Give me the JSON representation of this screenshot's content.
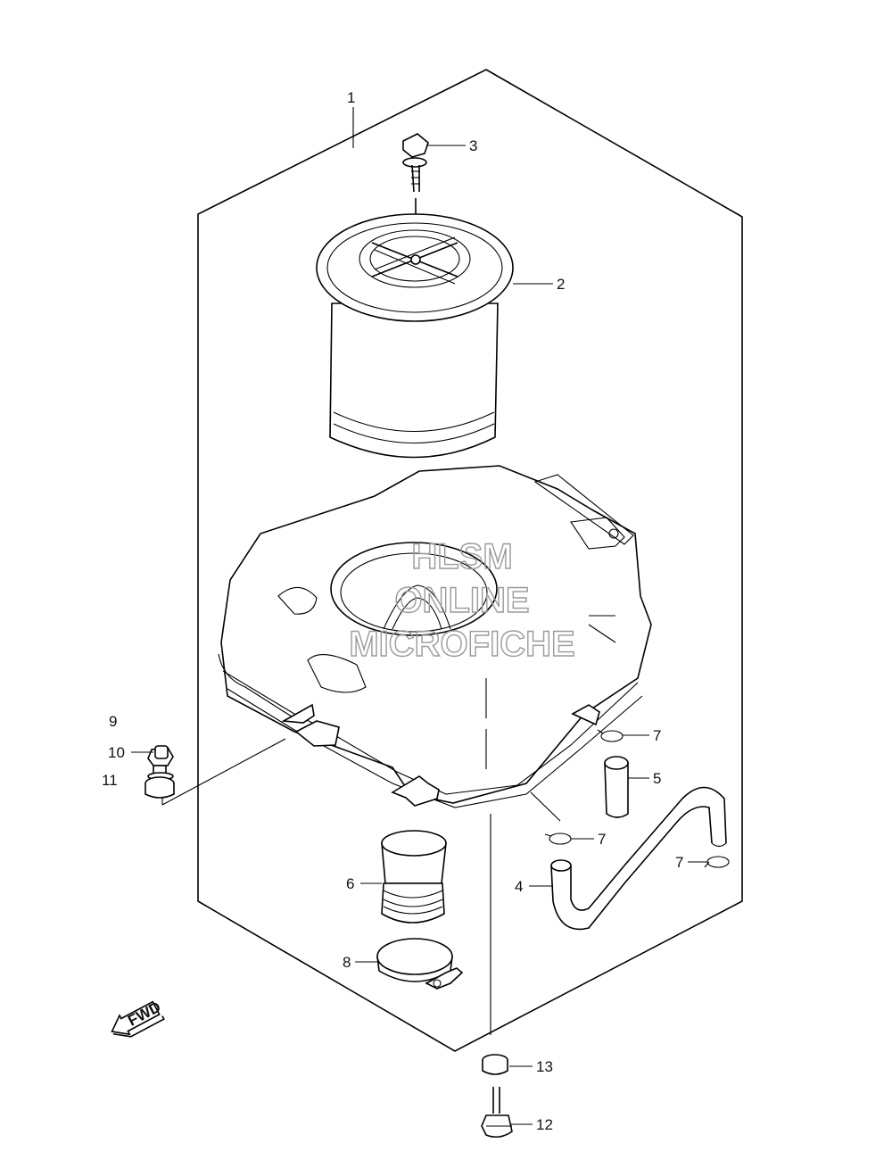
{
  "diagram": {
    "callouts": [
      "1",
      "2",
      "3",
      "4",
      "5",
      "6",
      "7",
      "8",
      "9",
      "10",
      "11",
      "12",
      "13"
    ],
    "fwd_label": "FWD",
    "watermark": [
      "HLSM",
      "ONLINE",
      "MICROFICHE"
    ]
  }
}
